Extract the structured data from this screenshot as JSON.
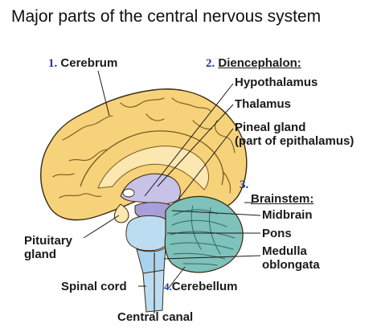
{
  "title": "Major parts of the central nervous system",
  "labels": {
    "cerebrum": {
      "number": "1.",
      "text": "Cerebrum"
    },
    "diencephalon": {
      "number": "2.",
      "text": "Diencephalon:"
    },
    "hypothalamus": "Hypothalamus",
    "thalamus": "Thalamus",
    "pineal_gland_line1": "Pineal gland",
    "pineal_gland_line2": "(part of epithalamus)",
    "brainstem": {
      "number": "3.",
      "text": "Brainstem:"
    },
    "midbrain": "Midbrain",
    "pons": "Pons",
    "medulla_line1": "Medulla",
    "medulla_line2": "oblongata",
    "pituitary_line1": "Pituitary",
    "pituitary_line2": "gland",
    "spinal_cord": "Spinal cord",
    "cerebellum": {
      "number": "4.",
      "text": "Cerebellum"
    },
    "central_canal": "Central canal"
  },
  "colors": {
    "cerebrum": "#f6d27a",
    "cerebrum_outline": "#3a2a10",
    "diencephalon": "#c8c2e6",
    "midbrain": "#a99fd8",
    "pons": "#bcdcf2",
    "medulla": "#a9d2ee",
    "spinal_cord": "#bcdcf2",
    "cerebellum": "#7ec2bb",
    "number_accent": "#1f35a6"
  }
}
